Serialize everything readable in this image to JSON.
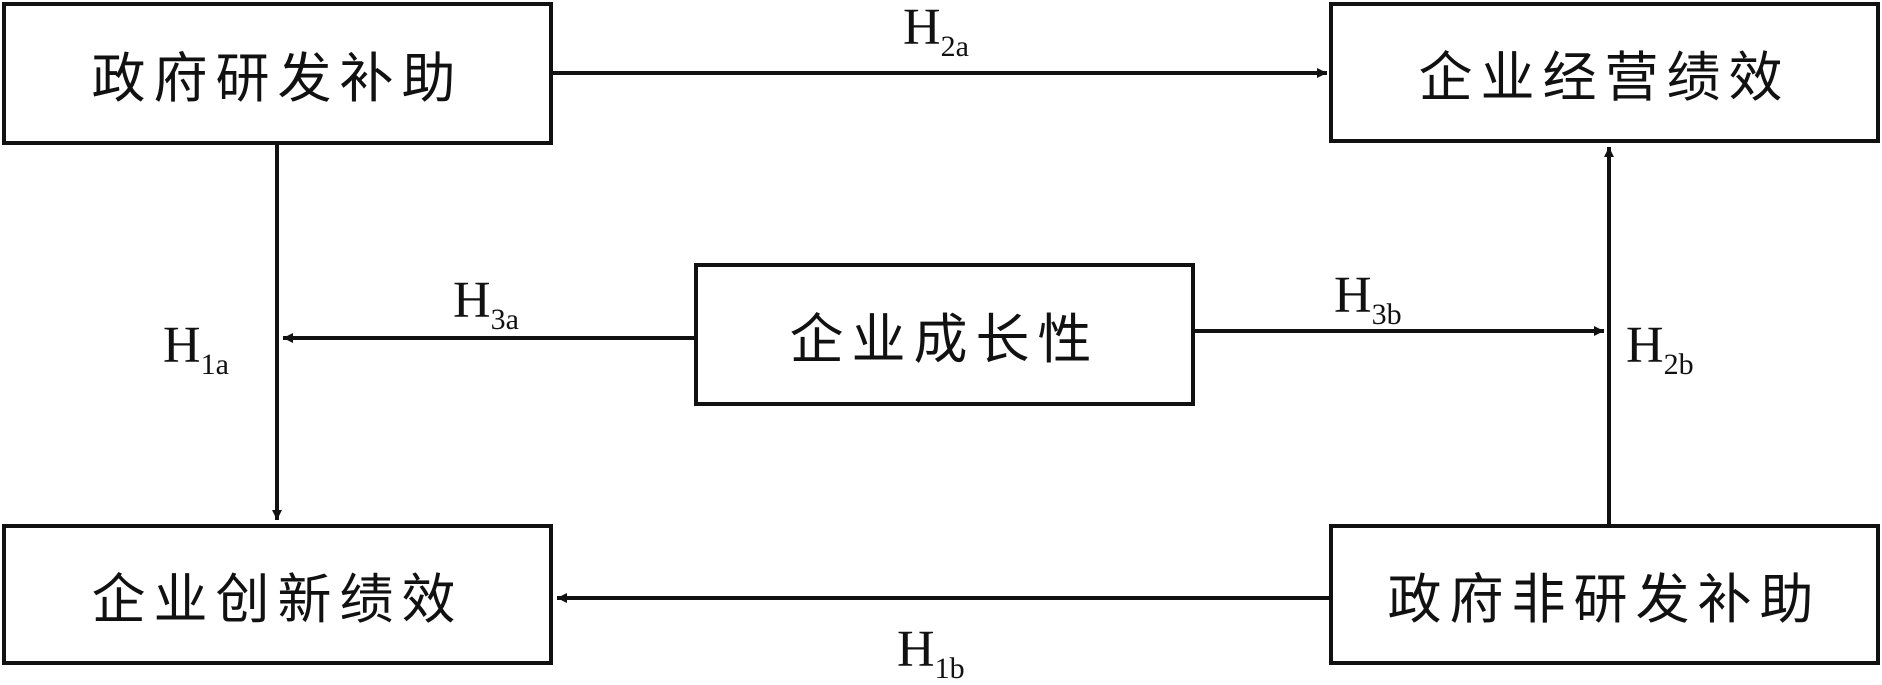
{
  "nodes": {
    "gov_rd_subsidy": "政府研发补助",
    "enterprise_operating_performance": "企业经营绩效",
    "enterprise_growth": "企业成长性",
    "enterprise_innovation_performance": "企业创新绩效",
    "gov_non_rd_subsidy": "政府非研发补助"
  },
  "hypotheses": {
    "h2a": {
      "main": "H",
      "sub": "2a"
    },
    "h3a": {
      "main": "H",
      "sub": "3a"
    },
    "h3b": {
      "main": "H",
      "sub": "3b"
    },
    "h1a": {
      "main": "H",
      "sub": "1a"
    },
    "h2b": {
      "main": "H",
      "sub": "2b"
    },
    "h1b": {
      "main": "H",
      "sub": "1b"
    }
  },
  "edges": [
    {
      "from": "gov_rd_subsidy",
      "to": "enterprise_operating_performance",
      "label": "h2a"
    },
    {
      "from": "gov_rd_subsidy",
      "to": "enterprise_innovation_performance",
      "label": "h1a"
    },
    {
      "from": "enterprise_growth",
      "to": "h1a path",
      "label": "h3a"
    },
    {
      "from": "enterprise_growth",
      "to": "h2b path",
      "label": "h3b"
    },
    {
      "from": "gov_non_rd_subsidy",
      "to": "enterprise_operating_performance",
      "label": "h2b"
    },
    {
      "from": "gov_non_rd_subsidy",
      "to": "enterprise_innovation_performance",
      "label": "h1b"
    }
  ],
  "colors": {
    "line": "#111111",
    "background": "#ffffff"
  }
}
